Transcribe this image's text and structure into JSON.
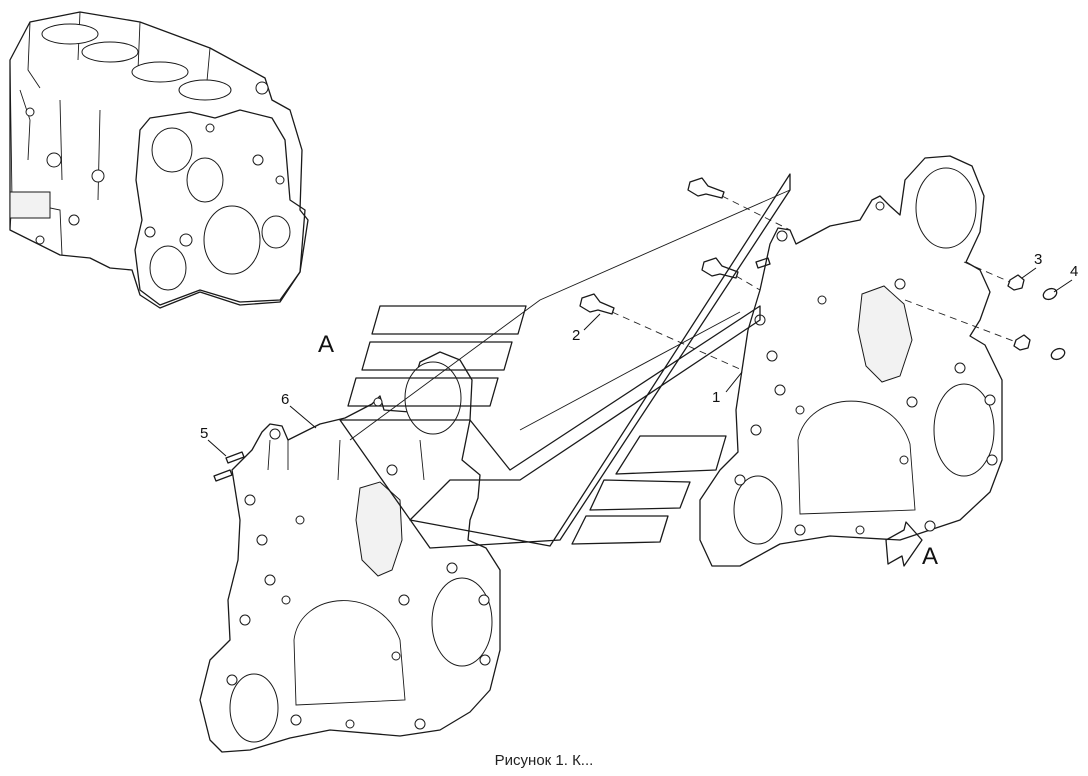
{
  "callouts": [
    {
      "id": "1",
      "label": "1"
    },
    {
      "id": "2",
      "label": "2"
    },
    {
      "id": "3",
      "label": "3"
    },
    {
      "id": "4",
      "label": "4"
    },
    {
      "id": "5",
      "label": "5"
    },
    {
      "id": "6",
      "label": "6"
    }
  ],
  "view_labels": {
    "left_view": "A",
    "arrow_view": "A"
  },
  "caption": "Рисунок 1. К..."
}
